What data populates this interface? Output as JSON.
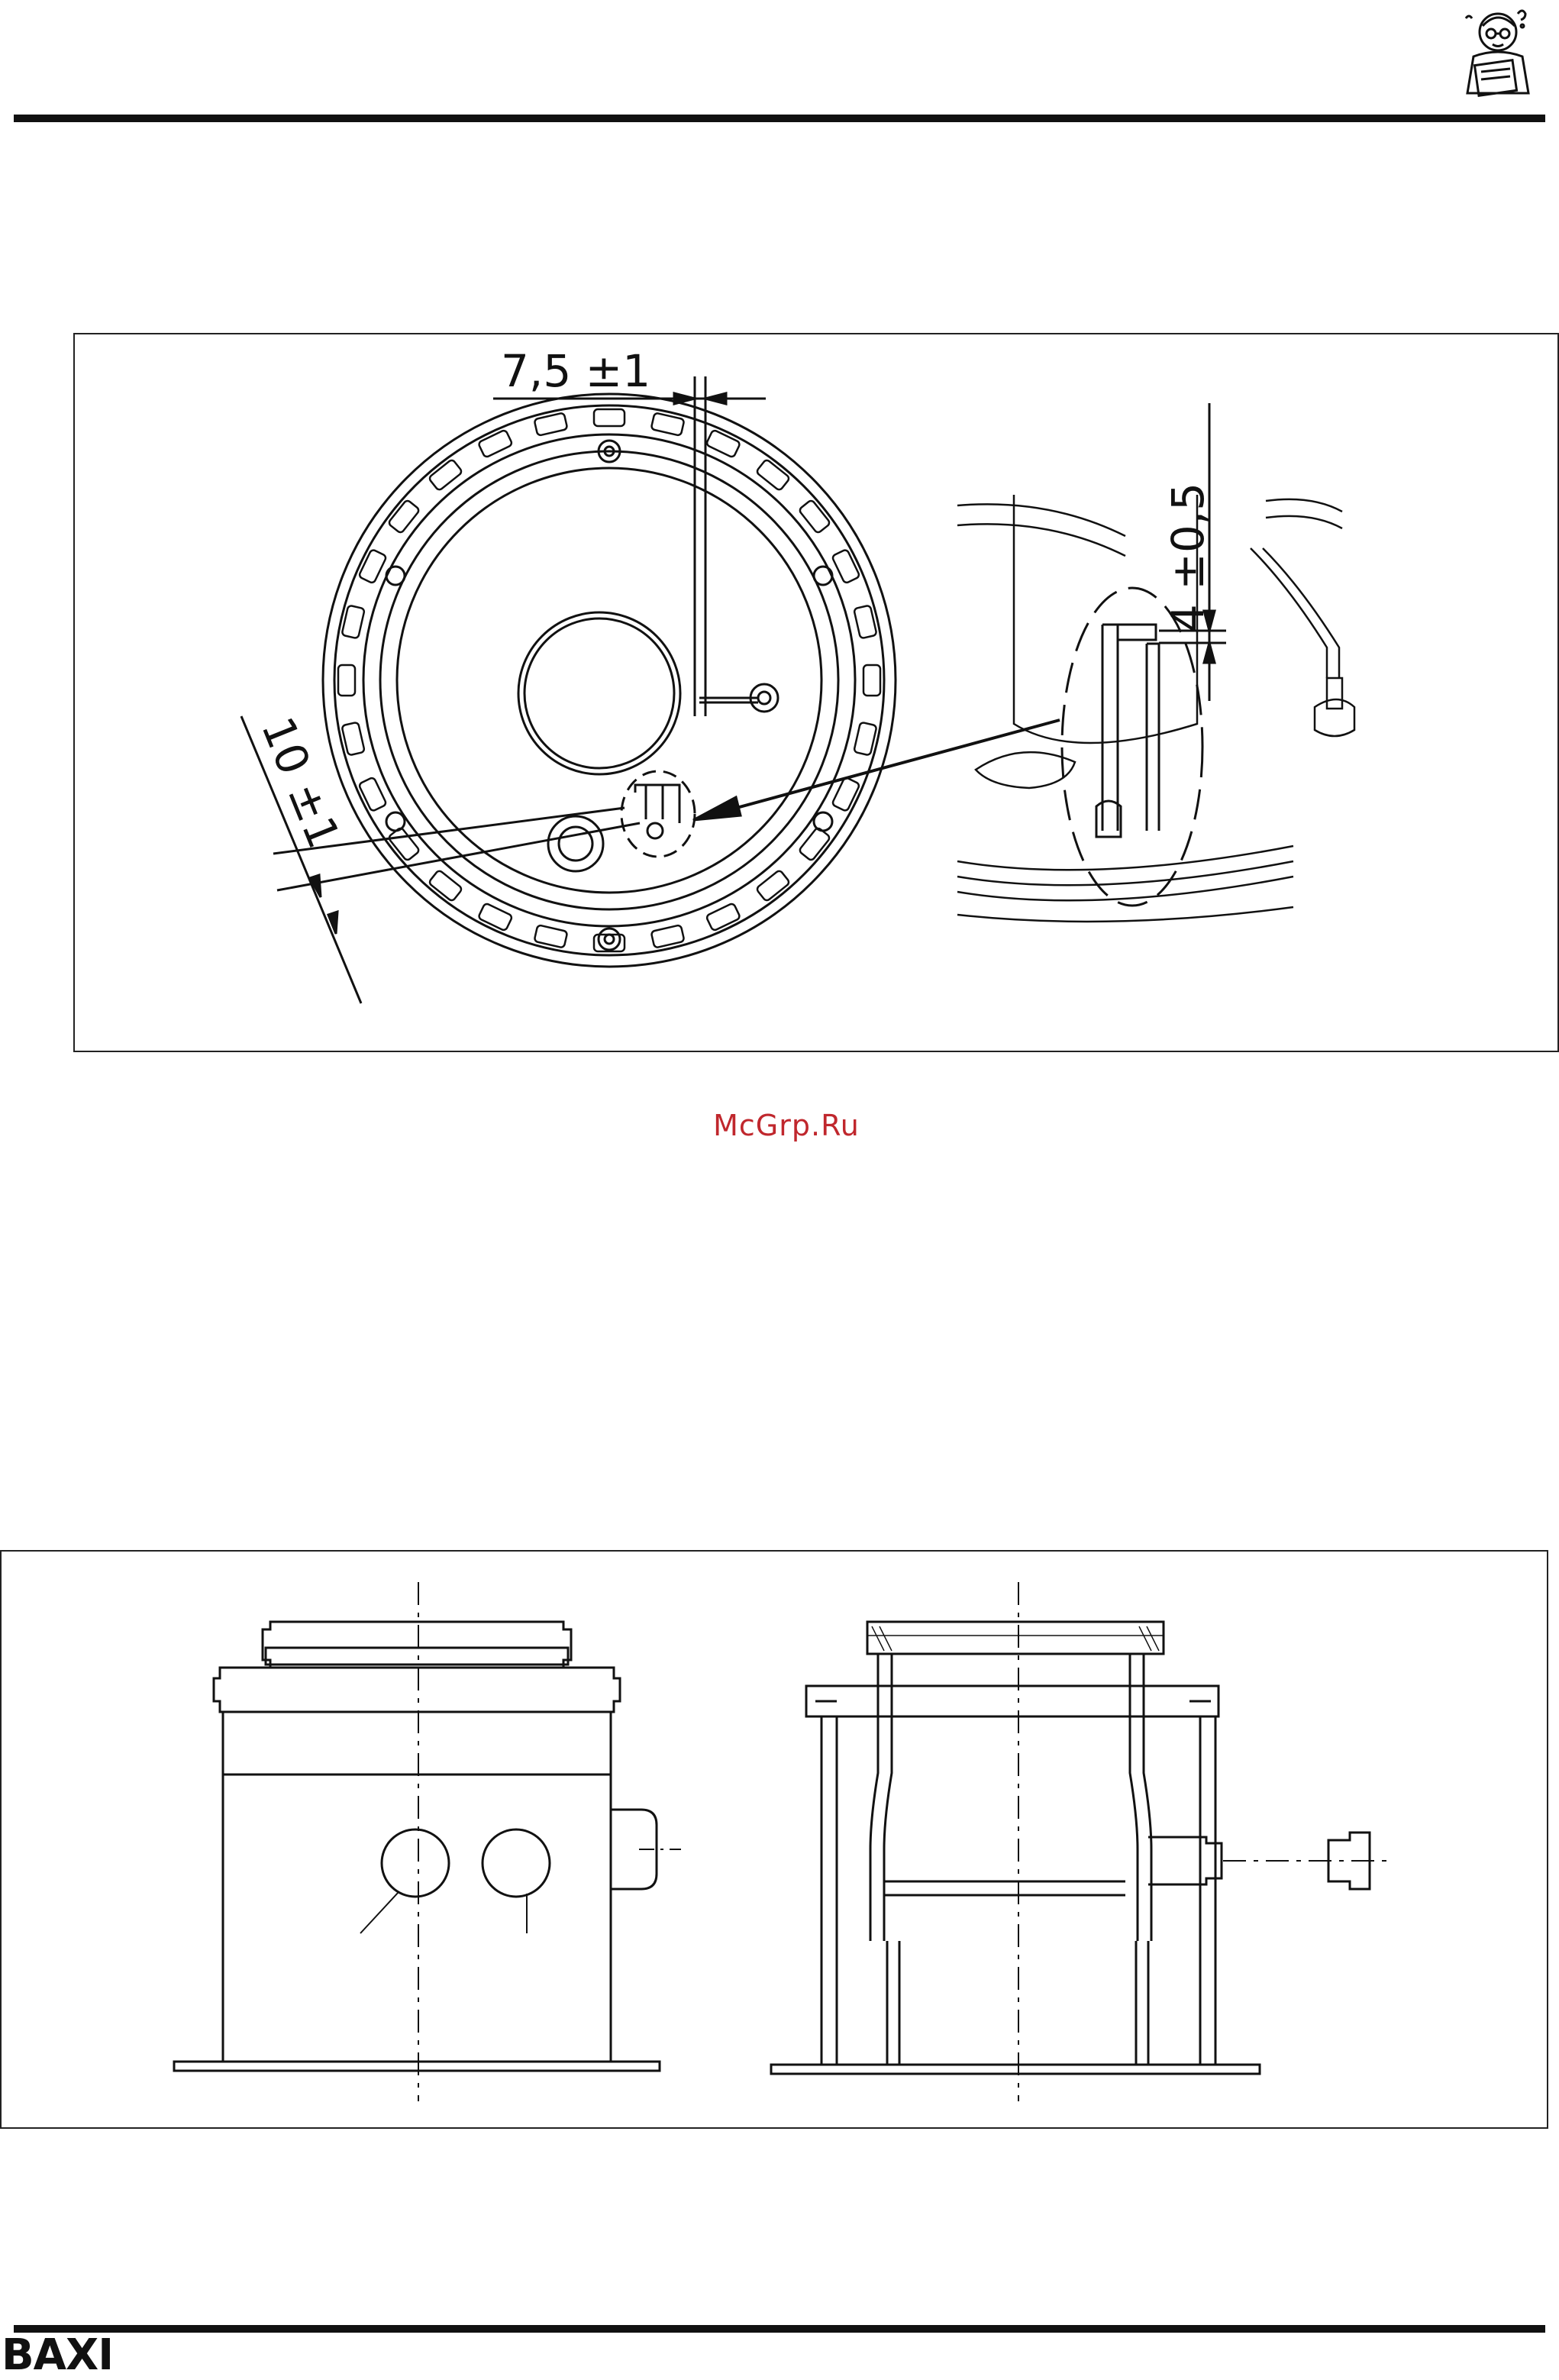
{
  "figure_1": {
    "dimension_electrode_gap": "7,5 ±1",
    "dimension_electrode_height": "4 ±0,5",
    "dimension_electrode_offset": "10 ±1"
  },
  "watermark": "McGrp.Ru",
  "footer": {
    "brand": "BAXI"
  },
  "colors": {
    "watermark": "#c0272d",
    "lines": "#111111"
  },
  "icons": {
    "header_mascot": "reading-man-icon"
  }
}
